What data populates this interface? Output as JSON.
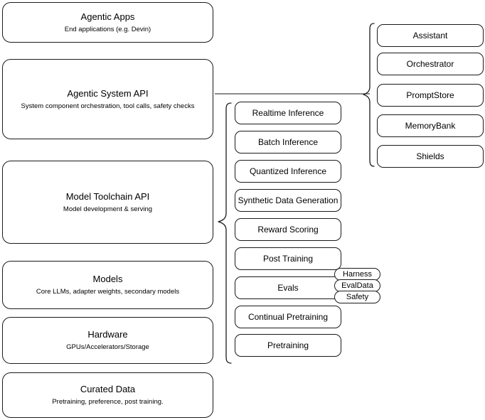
{
  "diagram": {
    "type": "layered-architecture-diagram",
    "background_color": "#ffffff",
    "stroke_color": "#1a1a1a"
  },
  "layers": [
    {
      "title": "Agentic Apps",
      "subtitle": "End applications (e.g. Devin)"
    },
    {
      "title": "Agentic System API",
      "subtitle": "System component orchestration, tool calls, safety checks"
    },
    {
      "title": "Model Toolchain API",
      "subtitle": "Model development & serving"
    },
    {
      "title": "Models",
      "subtitle": "Core LLMs, adapter weights, secondary models"
    },
    {
      "title": "Hardware",
      "subtitle": "GPUs/Accelerators/Storage"
    },
    {
      "title": "Curated Data",
      "subtitle": "Pretraining, preference, post training."
    }
  ],
  "toolchain_capabilities": [
    {
      "label": "Realtime Inference"
    },
    {
      "label": "Batch Inference"
    },
    {
      "label": "Quantized Inference"
    },
    {
      "label": "Synthetic Data Generation"
    },
    {
      "label": "Reward Scoring"
    },
    {
      "label": "Post Training"
    },
    {
      "label": "Evals"
    },
    {
      "label": "Continual Pretraining"
    },
    {
      "label": "Pretraining"
    }
  ],
  "eval_pills": [
    {
      "label": "Harness"
    },
    {
      "label": "EvalData"
    },
    {
      "label": "Safety"
    }
  ],
  "system_components": [
    {
      "label": "Assistant"
    },
    {
      "label": "Orchestrator"
    },
    {
      "label": "PromptStore"
    },
    {
      "label": "MemoryBank"
    },
    {
      "label": "Shields"
    }
  ]
}
